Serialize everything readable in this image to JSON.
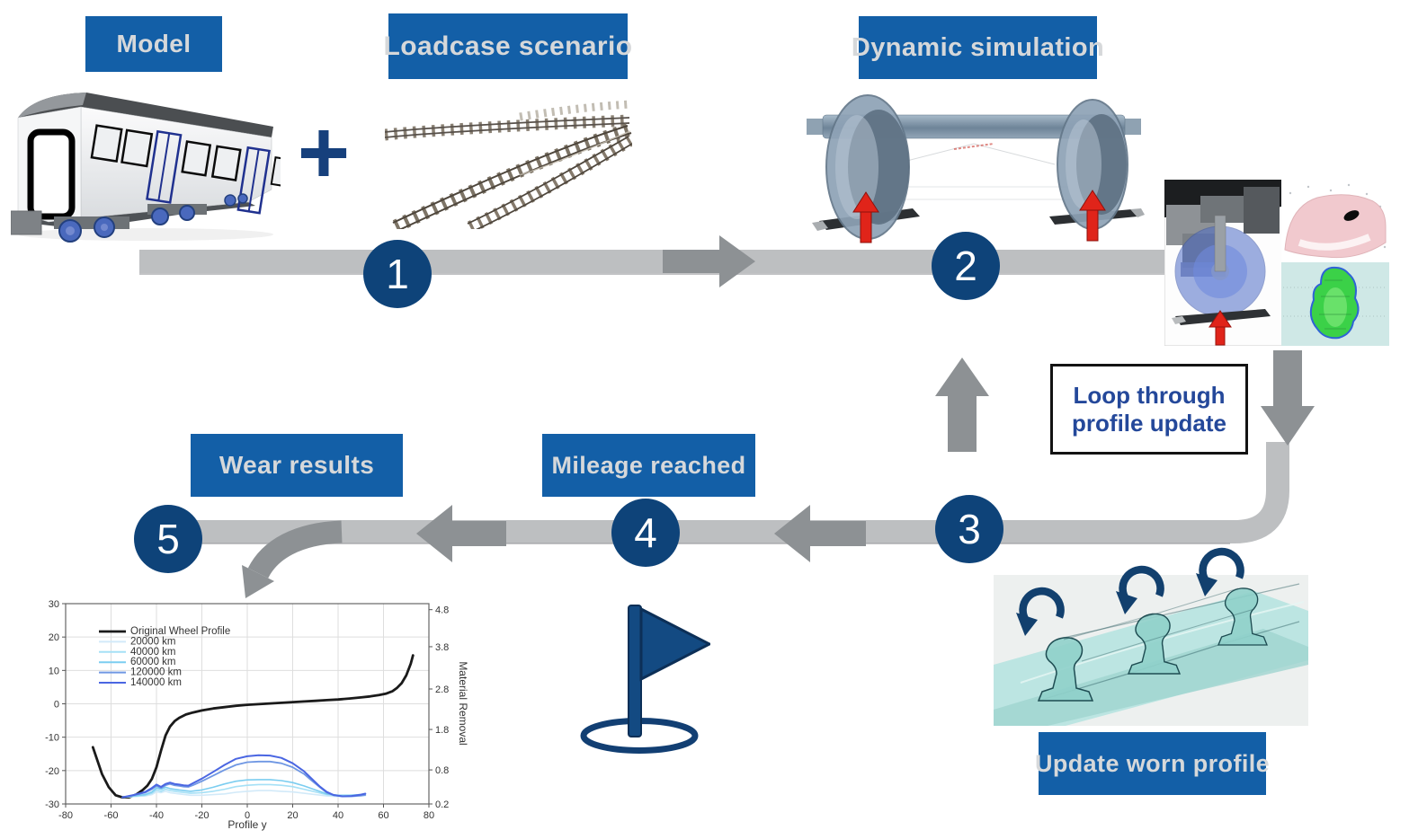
{
  "diagram": {
    "labels": {
      "model": "Model",
      "loadcase": "Loadcase scenario",
      "dynamic": "Dynamic simulation",
      "wear": "Wear results",
      "mileage": "Mileage reached",
      "update": "Update worn profile"
    },
    "loop_note": {
      "line1": "Loop through",
      "line2": "profile update"
    },
    "plus_sign": "+",
    "steps": [
      {
        "number": "1"
      },
      {
        "number": "2"
      },
      {
        "number": "3"
      },
      {
        "number": "4"
      },
      {
        "number": "5"
      }
    ],
    "icons": [
      "plus-icon",
      "flag-icon",
      "rotation-arrow-icon",
      "arrow-right-icon",
      "arrow-left-icon",
      "arrow-up-icon",
      "arrow-down-icon",
      "curved-down-arrow-icon",
      "force-arrow-icon"
    ],
    "colors": {
      "accent_blue": "#135fa7",
      "step_navy": "#0e4379",
      "band_gray": "#bdbfc1",
      "arrow_gray": "#8d9194",
      "loop_text_blue": "#24489a",
      "flag_navy": "#123f73",
      "label_text": "#d6d8da",
      "force_arrow_red": "#e0241a"
    }
  },
  "chart_data": {
    "type": "line",
    "title": "",
    "xlabel": "Profile y",
    "ylabel_right": "Material Removal",
    "xlim": [
      -80,
      80
    ],
    "ylim": [
      -30,
      30
    ],
    "xticks": [
      -80,
      -60,
      -40,
      -20,
      0,
      20,
      40,
      60,
      80
    ],
    "yticks": [
      30,
      20,
      10,
      0,
      -10,
      -20,
      -30
    ],
    "right_ticks": [
      {
        "label": "4.8",
        "pos": 0.03
      },
      {
        "label": "3.8",
        "pos": 0.215
      },
      {
        "label": "2.8",
        "pos": 0.426
      },
      {
        "label": "1.8",
        "pos": 0.628
      },
      {
        "label": "0.8",
        "pos": 0.83
      },
      {
        "label": "0.2",
        "pos": 1.0
      }
    ],
    "grid": true,
    "legend_position": "upper-left",
    "series": [
      {
        "name": "Original Wheel Profile",
        "color": "#1a1a1a",
        "width": 2.8,
        "points": [
          [
            -68,
            -13
          ],
          [
            -64,
            -21
          ],
          [
            -61,
            -25
          ],
          [
            -58,
            -27.4
          ],
          [
            -55,
            -28
          ],
          [
            -52,
            -28
          ],
          [
            -49,
            -27.2
          ],
          [
            -46,
            -25.8
          ],
          [
            -44,
            -24.5
          ],
          [
            -42,
            -22.5
          ],
          [
            -40,
            -19
          ],
          [
            -38,
            -14
          ],
          [
            -36,
            -9.5
          ],
          [
            -34,
            -6.8
          ],
          [
            -32,
            -5.2
          ],
          [
            -30,
            -4.2
          ],
          [
            -27,
            -3.2
          ],
          [
            -24,
            -2.6
          ],
          [
            -20,
            -2
          ],
          [
            -15,
            -1.4
          ],
          [
            -10,
            -1
          ],
          [
            -5,
            -0.6
          ],
          [
            0,
            -0.3
          ],
          [
            5,
            -0.1
          ],
          [
            10,
            0.1
          ],
          [
            15,
            0.3
          ],
          [
            20,
            0.5
          ],
          [
            25,
            0.7
          ],
          [
            30,
            0.9
          ],
          [
            35,
            1.1
          ],
          [
            40,
            1.3
          ],
          [
            45,
            1.6
          ],
          [
            50,
            1.9
          ],
          [
            54,
            2.2
          ],
          [
            58,
            2.6
          ],
          [
            61,
            3
          ],
          [
            64,
            3.8
          ],
          [
            66,
            4.8
          ],
          [
            68,
            6.2
          ],
          [
            70,
            8.5
          ],
          [
            72,
            12
          ],
          [
            73,
            14.5
          ]
        ]
      },
      {
        "name": "20000 km",
        "color": "#d2eaf9",
        "width": 1.6,
        "points": [
          [
            -55,
            -28
          ],
          [
            -50,
            -27.8
          ],
          [
            -45,
            -27.6
          ],
          [
            -42,
            -27.2
          ],
          [
            -40,
            -26.4
          ],
          [
            -38,
            -26.6
          ],
          [
            -36,
            -26.2
          ],
          [
            -34,
            -26.6
          ],
          [
            -30,
            -27
          ],
          [
            -25,
            -27.4
          ],
          [
            -20,
            -27.4
          ],
          [
            -15,
            -27.2
          ],
          [
            -10,
            -27
          ],
          [
            -5,
            -26.5
          ],
          [
            0,
            -26.2
          ],
          [
            5,
            -26
          ],
          [
            10,
            -26
          ],
          [
            15,
            -26.2
          ],
          [
            20,
            -26.4
          ],
          [
            25,
            -26.8
          ],
          [
            30,
            -27.2
          ],
          [
            35,
            -27.6
          ],
          [
            40,
            -27.8
          ],
          [
            45,
            -27.8
          ],
          [
            50,
            -27.6
          ],
          [
            52,
            -27.5
          ]
        ]
      },
      {
        "name": "40000 km",
        "color": "#a5e0f6",
        "width": 1.6,
        "points": [
          [
            -55,
            -28
          ],
          [
            -50,
            -27.7
          ],
          [
            -45,
            -27.4
          ],
          [
            -42,
            -26.8
          ],
          [
            -40,
            -25.8
          ],
          [
            -38,
            -26.2
          ],
          [
            -36,
            -25.6
          ],
          [
            -34,
            -26
          ],
          [
            -30,
            -26.4
          ],
          [
            -25,
            -26.8
          ],
          [
            -20,
            -26.6
          ],
          [
            -15,
            -26.2
          ],
          [
            -10,
            -25.6
          ],
          [
            -5,
            -24.8
          ],
          [
            0,
            -24.4
          ],
          [
            5,
            -24.2
          ],
          [
            10,
            -24.2
          ],
          [
            15,
            -24.4
          ],
          [
            20,
            -24.8
          ],
          [
            25,
            -25.6
          ],
          [
            30,
            -26.4
          ],
          [
            35,
            -27.2
          ],
          [
            40,
            -27.6
          ],
          [
            45,
            -27.6
          ],
          [
            50,
            -27.4
          ],
          [
            52,
            -27.2
          ]
        ]
      },
      {
        "name": "60000 km",
        "color": "#7bcdf0",
        "width": 1.6,
        "points": [
          [
            -55,
            -28
          ],
          [
            -50,
            -27.6
          ],
          [
            -45,
            -27.2
          ],
          [
            -42,
            -26.4
          ],
          [
            -40,
            -25.2
          ],
          [
            -38,
            -25.6
          ],
          [
            -36,
            -25
          ],
          [
            -34,
            -25.4
          ],
          [
            -30,
            -25.8
          ],
          [
            -25,
            -26.2
          ],
          [
            -20,
            -25.8
          ],
          [
            -15,
            -25
          ],
          [
            -10,
            -24
          ],
          [
            -5,
            -23.2
          ],
          [
            0,
            -22.8
          ],
          [
            5,
            -22.7
          ],
          [
            10,
            -22.7
          ],
          [
            15,
            -23
          ],
          [
            20,
            -23.6
          ],
          [
            25,
            -24.6
          ],
          [
            30,
            -25.8
          ],
          [
            35,
            -27
          ],
          [
            40,
            -27.4
          ],
          [
            45,
            -27.4
          ],
          [
            50,
            -27.2
          ],
          [
            52,
            -27
          ]
        ]
      },
      {
        "name": "120000 km",
        "color": "#6f97e3",
        "width": 1.8,
        "points": [
          [
            -55,
            -28
          ],
          [
            -50,
            -27.4
          ],
          [
            -45,
            -26.6
          ],
          [
            -42,
            -25.6
          ],
          [
            -40,
            -24.6
          ],
          [
            -38,
            -25.2
          ],
          [
            -36,
            -24.4
          ],
          [
            -34,
            -24
          ],
          [
            -32,
            -24.4
          ],
          [
            -30,
            -24.6
          ],
          [
            -28,
            -24.8
          ],
          [
            -26,
            -24.9
          ],
          [
            -24,
            -24.4
          ],
          [
            -20,
            -23.2
          ],
          [
            -15,
            -21.5
          ],
          [
            -10,
            -19.8
          ],
          [
            -5,
            -18.3
          ],
          [
            0,
            -17.5
          ],
          [
            5,
            -17.3
          ],
          [
            10,
            -17.3
          ],
          [
            15,
            -17.8
          ],
          [
            20,
            -19
          ],
          [
            25,
            -21
          ],
          [
            28,
            -22.8
          ],
          [
            32,
            -25
          ],
          [
            35,
            -26.6
          ],
          [
            38,
            -27.4
          ],
          [
            42,
            -27.7
          ],
          [
            46,
            -27.7
          ],
          [
            50,
            -27.5
          ],
          [
            52,
            -27.3
          ]
        ]
      },
      {
        "name": "140000 km",
        "color": "#4a66e2",
        "width": 2,
        "points": [
          [
            -55,
            -28
          ],
          [
            -50,
            -27.3
          ],
          [
            -45,
            -26.4
          ],
          [
            -42,
            -25.2
          ],
          [
            -40,
            -24.2
          ],
          [
            -38,
            -24.9
          ],
          [
            -36,
            -24
          ],
          [
            -34,
            -23.6
          ],
          [
            -32,
            -24
          ],
          [
            -30,
            -24.2
          ],
          [
            -28,
            -24.4
          ],
          [
            -26,
            -24.5
          ],
          [
            -24,
            -23.8
          ],
          [
            -20,
            -22.4
          ],
          [
            -15,
            -20.4
          ],
          [
            -10,
            -18.3
          ],
          [
            -5,
            -16.5
          ],
          [
            0,
            -15.7
          ],
          [
            5,
            -15.4
          ],
          [
            10,
            -15.5
          ],
          [
            15,
            -16.2
          ],
          [
            20,
            -17.8
          ],
          [
            25,
            -20.2
          ],
          [
            28,
            -22.2
          ],
          [
            32,
            -24.8
          ],
          [
            35,
            -26.4
          ],
          [
            38,
            -27.3
          ],
          [
            42,
            -27.7
          ],
          [
            46,
            -27.6
          ],
          [
            50,
            -27.2
          ],
          [
            52,
            -26.9
          ]
        ]
      }
    ]
  }
}
